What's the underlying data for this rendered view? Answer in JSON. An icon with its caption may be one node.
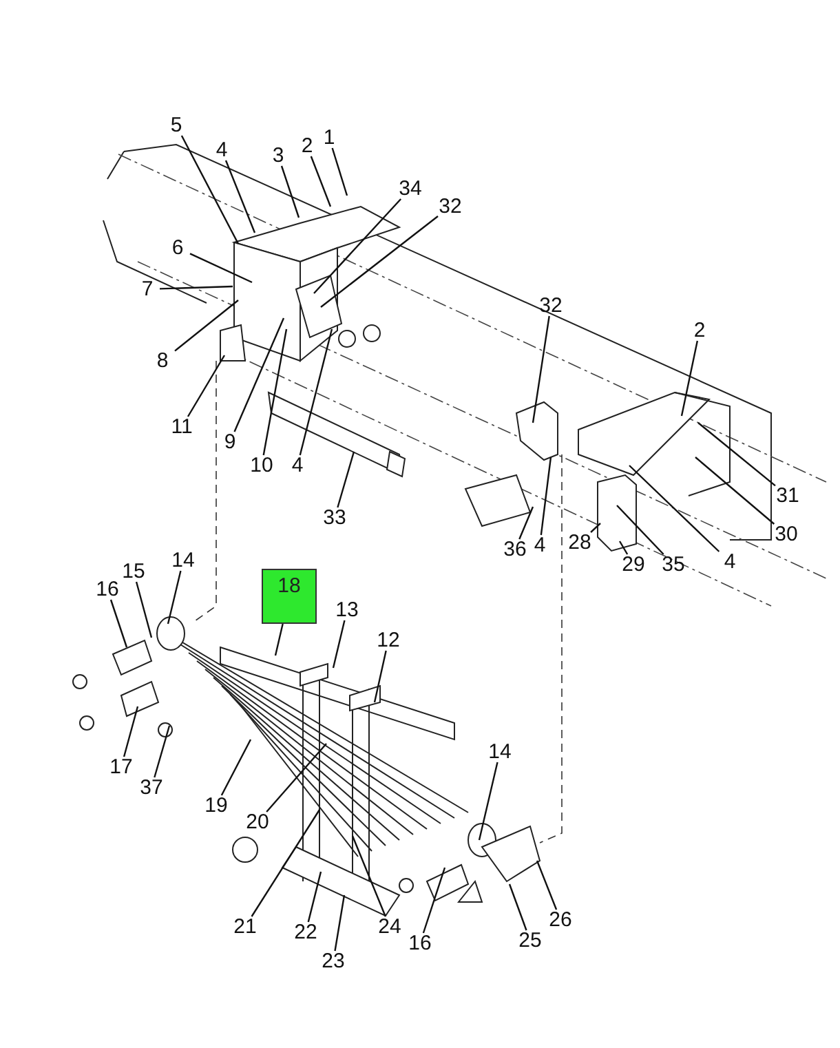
{
  "diagram": {
    "nodes": [
      {
        "text": [
          "5"
        ]
      },
      {
        "text": [
          "4"
        ]
      },
      {
        "text": [
          "3"
        ]
      },
      {
        "text": [
          "2"
        ]
      },
      {
        "text": [
          "1"
        ]
      },
      {
        "text": [
          "34"
        ]
      },
      {
        "text": [
          "32"
        ]
      },
      {
        "text": [
          "6"
        ]
      },
      {
        "text": [
          "7"
        ]
      },
      {
        "text": [
          "8"
        ]
      },
      {
        "text": [
          "11"
        ]
      },
      {
        "text": [
          "9"
        ]
      },
      {
        "text": [
          "10"
        ]
      },
      {
        "text": [
          "4"
        ]
      },
      {
        "text": [
          "33"
        ]
      },
      {
        "text": [
          "32"
        ]
      },
      {
        "text": [
          "2"
        ]
      },
      {
        "text": [
          "31"
        ]
      },
      {
        "text": [
          "30"
        ]
      },
      {
        "text": [
          "4"
        ]
      },
      {
        "text": [
          "4"
        ]
      },
      {
        "text": [
          "36"
        ]
      },
      {
        "text": [
          "28"
        ]
      },
      {
        "text": [
          "29"
        ]
      },
      {
        "text": [
          "35"
        ]
      },
      {
        "text": [
          "16"
        ]
      },
      {
        "text": [
          "15"
        ]
      },
      {
        "text": [
          "14"
        ]
      },
      {
        "text": [
          "18"
        ]
      },
      {
        "text": [
          "13"
        ]
      },
      {
        "text": [
          "12"
        ]
      },
      {
        "text": [
          "17"
        ]
      },
      {
        "text": [
          "37"
        ]
      },
      {
        "text": [
          "19"
        ]
      },
      {
        "text": [
          "20"
        ]
      },
      {
        "text": [
          "14"
        ]
      },
      {
        "text": [
          "21"
        ]
      },
      {
        "text": [
          "22"
        ]
      },
      {
        "text": [
          "24"
        ]
      },
      {
        "text": [
          "16"
        ]
      },
      {
        "text": [
          "23"
        ]
      },
      {
        "text": [
          "26"
        ]
      },
      {
        "text": [
          "25"
        ]
      }
    ],
    "edges": [
      {
        "from": 0,
        "to": null,
        "arrow": "none"
      },
      {
        "from": 1,
        "to": null,
        "arrow": "none"
      },
      {
        "from": 2,
        "to": null,
        "arrow": "none"
      },
      {
        "from": 3,
        "to": null,
        "arrow": "none"
      },
      {
        "from": 4,
        "to": null,
        "arrow": "none"
      },
      {
        "from": 5,
        "to": null,
        "arrow": "none"
      },
      {
        "from": 6,
        "to": null,
        "arrow": "none"
      },
      {
        "from": 7,
        "to": null,
        "arrow": "none"
      },
      {
        "from": 8,
        "to": null,
        "arrow": "none"
      },
      {
        "from": 9,
        "to": null,
        "arrow": "none"
      },
      {
        "from": 10,
        "to": null,
        "arrow": "none"
      },
      {
        "from": 11,
        "to": null,
        "arrow": "none"
      },
      {
        "from": 12,
        "to": null,
        "arrow": "none"
      },
      {
        "from": 13,
        "to": null,
        "arrow": "none"
      },
      {
        "from": 14,
        "to": null,
        "arrow": "none"
      },
      {
        "from": 15,
        "to": null,
        "arrow": "none"
      },
      {
        "from": 16,
        "to": null,
        "arrow": "none"
      },
      {
        "from": 17,
        "to": null,
        "arrow": "none"
      },
      {
        "from": 18,
        "to": null,
        "arrow": "none"
      },
      {
        "from": 19,
        "to": null,
        "arrow": "none"
      },
      {
        "from": 20,
        "to": null,
        "arrow": "none"
      },
      {
        "from": 21,
        "to": null,
        "arrow": "none"
      },
      {
        "from": 22,
        "to": null,
        "arrow": "none"
      },
      {
        "from": 23,
        "to": null,
        "arrow": "none"
      },
      {
        "from": 24,
        "to": null,
        "arrow": "none"
      },
      {
        "from": 25,
        "to": null,
        "arrow": "none"
      },
      {
        "from": 26,
        "to": null,
        "arrow": "none"
      },
      {
        "from": 27,
        "to": null,
        "arrow": "none"
      },
      {
        "from": 28,
        "to": null,
        "arrow": "none"
      },
      {
        "from": 29,
        "to": null,
        "arrow": "none"
      },
      {
        "from": 30,
        "to": null,
        "arrow": "none"
      },
      {
        "from": 31,
        "to": null,
        "arrow": "none"
      },
      {
        "from": 32,
        "to": null,
        "arrow": "none"
      },
      {
        "from": 33,
        "to": null,
        "arrow": "none"
      },
      {
        "from": 34,
        "to": null,
        "arrow": "none"
      },
      {
        "from": 35,
        "to": null,
        "arrow": "none"
      },
      {
        "from": 36,
        "to": null,
        "arrow": "none"
      },
      {
        "from": 37,
        "to": null,
        "arrow": "none"
      },
      {
        "from": 38,
        "to": null,
        "arrow": "none"
      },
      {
        "from": 39,
        "to": null,
        "arrow": "none"
      },
      {
        "from": 40,
        "to": null,
        "arrow": "none"
      },
      {
        "from": 41,
        "to": null,
        "arrow": "none"
      },
      {
        "from": 42,
        "to": null,
        "arrow": "none"
      }
    ]
  }
}
